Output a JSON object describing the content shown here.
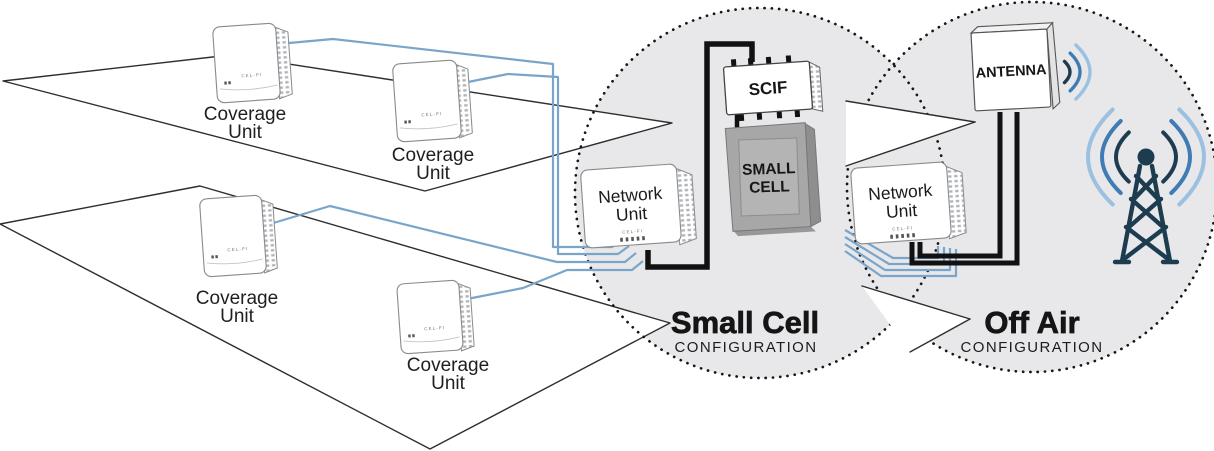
{
  "units": {
    "coverage": [
      {
        "line1": "Coverage",
        "line2": "Unit",
        "brand": "CEL-FI"
      },
      {
        "line1": "Coverage",
        "line2": "Unit",
        "brand": "CEL-FI"
      },
      {
        "line1": "Coverage",
        "line2": "Unit",
        "brand": "CEL-FI"
      },
      {
        "line1": "Coverage",
        "line2": "Unit",
        "brand": "CEL-FI"
      }
    ],
    "network": [
      {
        "line1": "Network",
        "line2": "Unit",
        "brand": "CEL-FI"
      },
      {
        "line1": "Network",
        "line2": "Unit",
        "brand": "CEL-FI"
      }
    ]
  },
  "devices": {
    "scif": {
      "label": "SCIF"
    },
    "small_cell": {
      "line1": "SMALL",
      "line2": "CELL"
    },
    "antenna": {
      "label": "ANTENNA"
    }
  },
  "bubbles": [
    {
      "title": "Small Cell",
      "subtitle": "CONFIGURATION"
    },
    {
      "title": "Off Air",
      "subtitle": "CONFIGURATION"
    }
  ],
  "colors": {
    "bubble_fill": "#e8e8ea",
    "cable_blue": "#7aa5cb",
    "cable_black": "#111111",
    "tower_navy": "#1d3c50",
    "wave_mid": "#3f7cb4",
    "wave_light": "#9cc0e0",
    "small_cell_gray": "#a7a7a7"
  }
}
